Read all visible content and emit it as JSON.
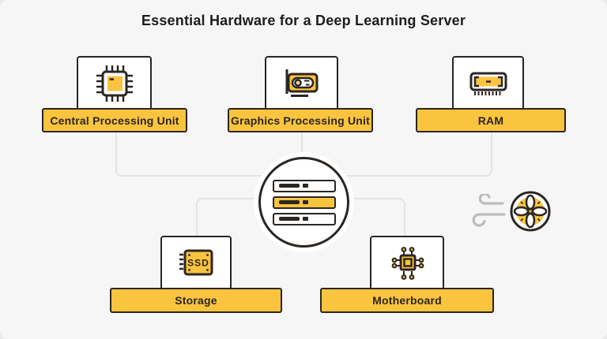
{
  "title": "Essential Hardware for a Deep Learning Server",
  "colors": {
    "accent": "#FAC43E",
    "ink": "#2B2622",
    "connector_line": "#E4E4E6",
    "background": "#F6F6F7",
    "card": "#FFFFFF",
    "wind": "#BCBCBD"
  },
  "nodes": {
    "cpu": {
      "label": "Central Processing Unit",
      "icon": "cpu-chip-icon"
    },
    "gpu": {
      "label": "Graphics Processing Unit",
      "icon": "gpu-card-icon"
    },
    "ram": {
      "label": "RAM",
      "icon": "ram-module-icon"
    },
    "storage": {
      "label": "Storage",
      "icon": "ssd-icon",
      "icon_text": "SSD"
    },
    "motherboard": {
      "label": "Motherboard",
      "icon": "motherboard-icon"
    }
  },
  "center": {
    "name": "server",
    "icon": "server-rack-icon"
  },
  "cooling": {
    "name": "fan",
    "icon": "fan-icon"
  }
}
